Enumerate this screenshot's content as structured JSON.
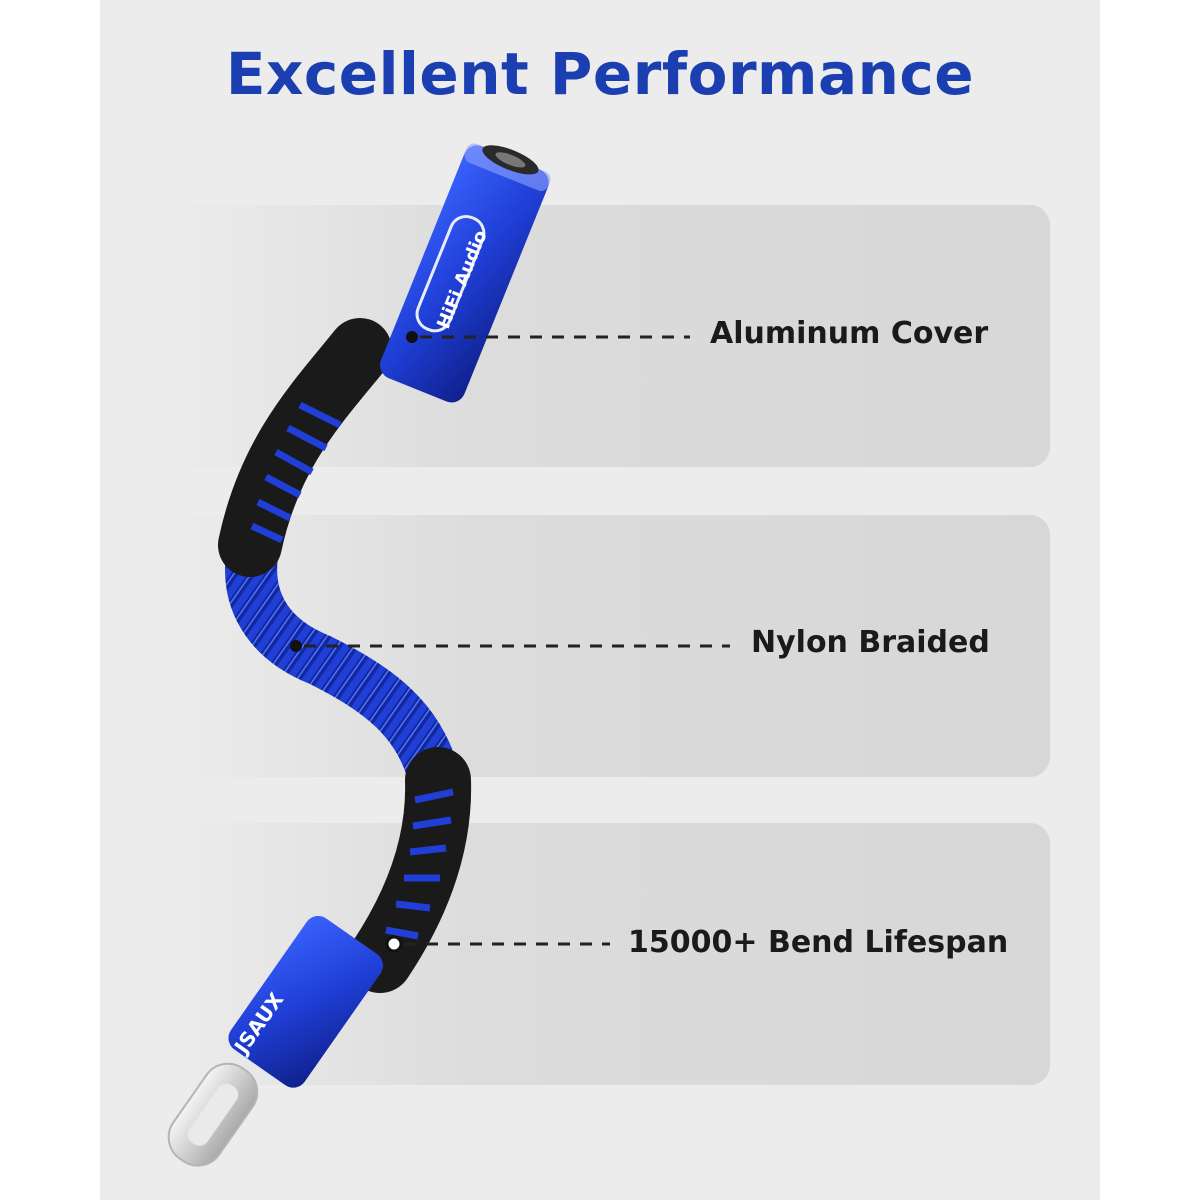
{
  "title": "Excellent Performance",
  "features": [
    {
      "label": "Aluminum Cover"
    },
    {
      "label": "Nylon Braided"
    },
    {
      "label": "15000+ Bend Lifespan"
    }
  ],
  "product_marking": {
    "badge_text": "HiFi Audio",
    "brand_text": "JSAUX"
  },
  "colors": {
    "accent_blue": "#1b3fb0",
    "cable_blue": "#1f3fd6",
    "background": "#ececec"
  }
}
